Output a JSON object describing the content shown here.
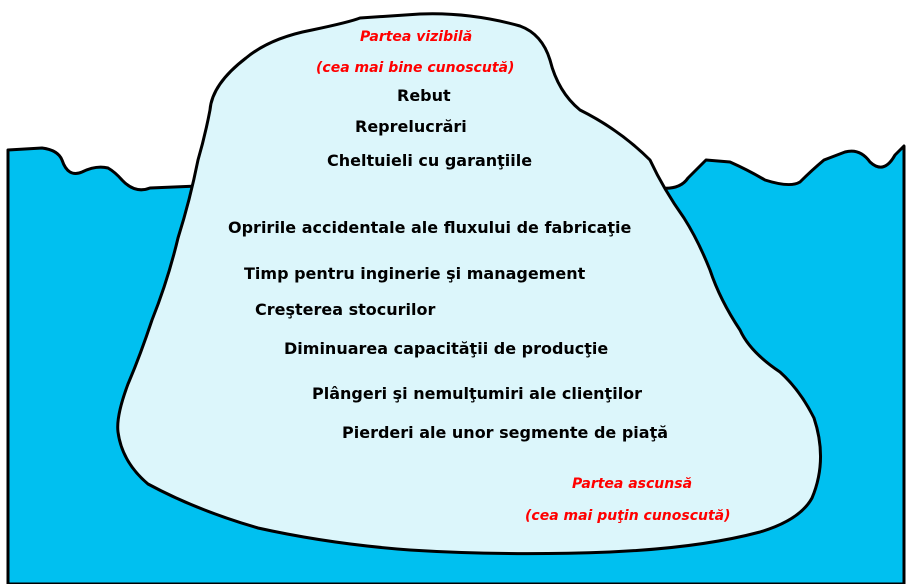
{
  "colors": {
    "water": "#00c0f0",
    "iceberg_fill": "#dcf6fb",
    "outline": "#000000",
    "visible_label": "#ff0000",
    "hidden_label": "#ff0000"
  },
  "visible_part": {
    "title": "Partea vizibilă",
    "subtitle": "(cea mai bine cunoscută)",
    "items": [
      "Rebut",
      "Reprelucrări",
      "Cheltuieli cu garanţiile"
    ]
  },
  "hidden_part": {
    "items": [
      "Opririle accidentale ale fluxului de fabricaţie",
      "Timp pentru inginerie şi management",
      "Creşterea stocurilor",
      "Diminuarea capacităţii de producţie",
      "Plângeri şi nemulţumiri ale clienţilor",
      "Pierderi ale unor segmente de piaţă"
    ],
    "title": "Partea ascunsă",
    "subtitle": "(cea mai puţin cunoscută)"
  }
}
